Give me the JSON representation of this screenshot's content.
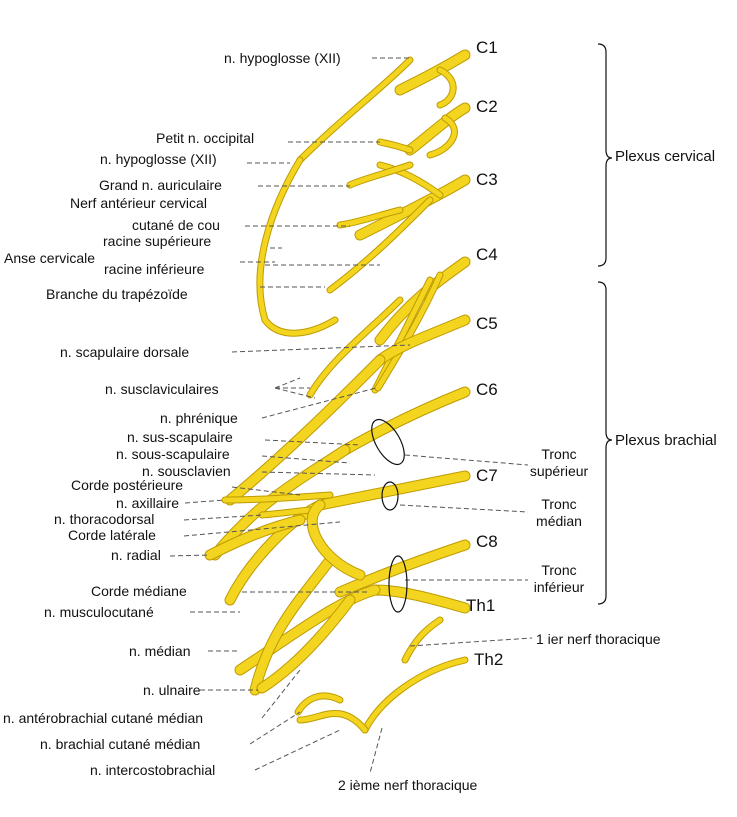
{
  "colors": {
    "nerve_fill": "#f3d51f",
    "nerve_stroke": "#bf9b00",
    "leader_line": "#555555",
    "text": "#111111"
  },
  "levels": {
    "c1": "C1",
    "c2": "C2",
    "c3": "C3",
    "c4": "C4",
    "c5": "C5",
    "c6": "C6",
    "c7": "C7",
    "c8": "C8",
    "th1": "Th1",
    "th2": "Th2"
  },
  "groups": {
    "cervical": "Plexus cervical",
    "brachial": "Plexus brachial"
  },
  "trunks": {
    "superieur": "Tronc\nsupérieur",
    "median": "Tronc\nmédian",
    "inferieur": "Tronc\ninférieur"
  },
  "labels": {
    "hypoglosse_1": "n. hypoglosse (XII)",
    "petit_occipital": "Petit n. occipital",
    "hypoglosse_2": "n. hypoglosse (XII)",
    "grand_auriculaire": "Grand n. auriculaire",
    "cutane_cou_1": "Nerf antérieur cervical",
    "cutane_cou_2": "cutané de cou",
    "racine_sup": "racine supérieure",
    "anse_cervicale": "Anse cervicale",
    "racine_inf": "racine inférieure",
    "trapezoide": "Branche du trapézoïde",
    "scapulaire_dorsal": "n. scapulaire dorsale",
    "susclaviculaires": "n. susclaviculaires",
    "phrenique": "n. phrénique",
    "sus_scapulaire": "n. sus-scapulaire",
    "sous_scapulaire": "n. sous-scapulaire",
    "sousclavien": "n. sousclavien",
    "corde_post": "Corde postérieure",
    "axillaire": "n. axillaire",
    "thoracodorsal": "n. thoracodorsal",
    "corde_lat": "Corde latérale",
    "radial": "n. radial",
    "corde_med": "Corde médiane",
    "musculocutane": "n. musculocutané",
    "median": "n. médian",
    "ulnaire": "n. ulnaire",
    "antebrachial": "n. antérobrachial cutané médian",
    "brachial_cutane": "n. brachial cutané médian",
    "intercostobrachial": "n. intercostobrachial",
    "thoracique_1": "1 ier nerf thoracique",
    "thoracique_2": "2 ième nerf thoracique"
  }
}
